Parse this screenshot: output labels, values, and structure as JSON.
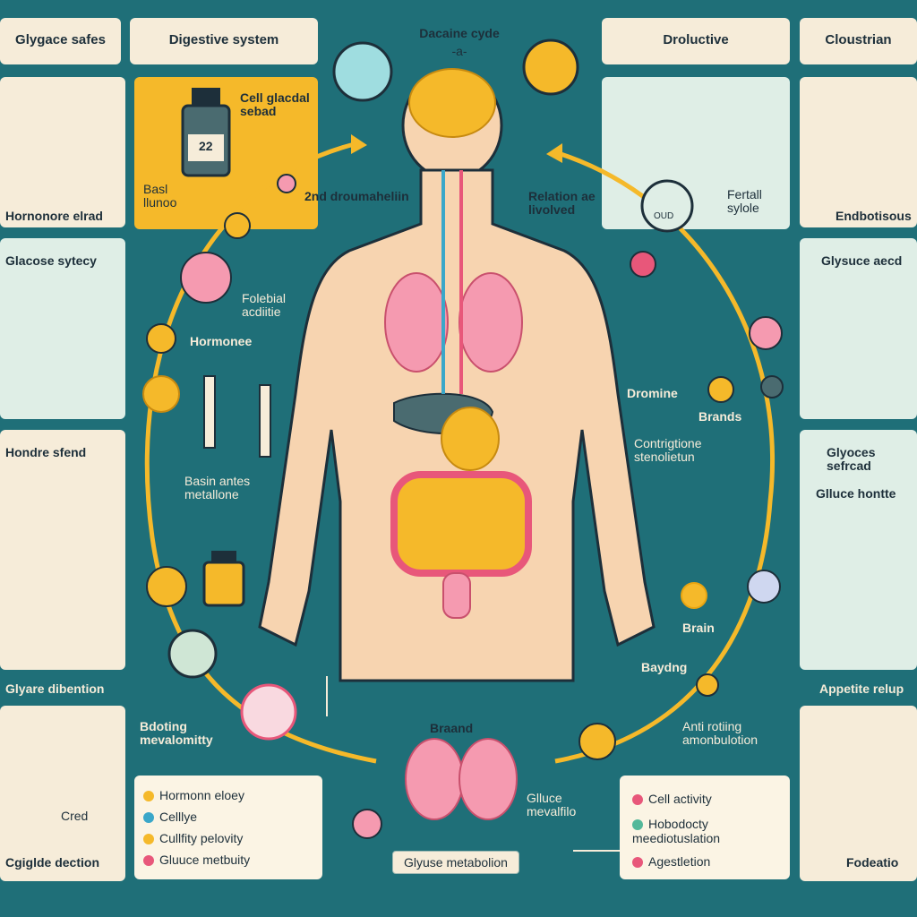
{
  "header": {
    "left_title": "Glygace safes",
    "digestive_title": "Digestive system",
    "center_title_line1": "Dacaine cyde",
    "center_title_line2": "-a-",
    "right_title": "Droluctive",
    "far_right_title": "Cloustrian"
  },
  "left_column": {
    "item1_label": "Hornonore elrad",
    "item2_label": "Glacose sytecy",
    "item3_label": "Hondre sfend",
    "item4_label": "Glyare dibention",
    "item5_label_left": "Cgiglde dection",
    "item5_label_right": "Cred"
  },
  "left_inner": {
    "bottle_label": "Cell glacdal sebad",
    "bottle_number": "22",
    "basal_label": "Basl llunoo",
    "hormones_label": "Hormonee",
    "folebial_label": "Folebial acdiitie",
    "basin_label": "Basin antes metallone",
    "bloating_label": "Bdoting mevalomitty"
  },
  "body_labels": {
    "second_label": "2nd droumaheliin",
    "relation_label": "Relation ae livolved",
    "dromine_label": "Dromine",
    "brands_label": "Brands",
    "contraption_label": "Contrigtione stenolietun",
    "brain_label": "Brain",
    "baydng_label": "Baydng",
    "braand_label": "Braand",
    "anti_label": "Anti rotiing amonbulotion",
    "gluce_label": "Glluce mevalfilo"
  },
  "right_inner": {
    "fertile_label": "Fertall sylole",
    "oud_label": "OUD"
  },
  "right_column": {
    "item1_label": "Endbotisous",
    "item2_label": "Glysuce aecd",
    "item3_label": "Glyoces sefrcad",
    "item3_sub": "Glluce hontte",
    "item4_label": "Appetite relup",
    "item5_label": "Fodeatio"
  },
  "bottom": {
    "center_tag": "Glyuse metabolion",
    "legend_left": [
      {
        "label": "Hormonn eloey",
        "color": "#f5b92a"
      },
      {
        "label": "Celllye",
        "color": "#3aa7c9"
      },
      {
        "label": "Cullfity pelovity",
        "color": "#f5b92a"
      },
      {
        "label": "Gluuce metbuity",
        "color": "#e8577a"
      }
    ],
    "legend_right": [
      {
        "label": "Cell activity",
        "color": "#e8577a"
      },
      {
        "label": "Hobodocty meediotuslation",
        "color": "#53b89a"
      },
      {
        "label": "Agestletion",
        "color": "#e8577a"
      }
    ]
  },
  "colors": {
    "background": "#1f6f78",
    "panel": "#f6ecd9",
    "accent_yellow": "#f5b92a",
    "accent_pink": "#e8577a",
    "skin": "#f7d4b0"
  }
}
